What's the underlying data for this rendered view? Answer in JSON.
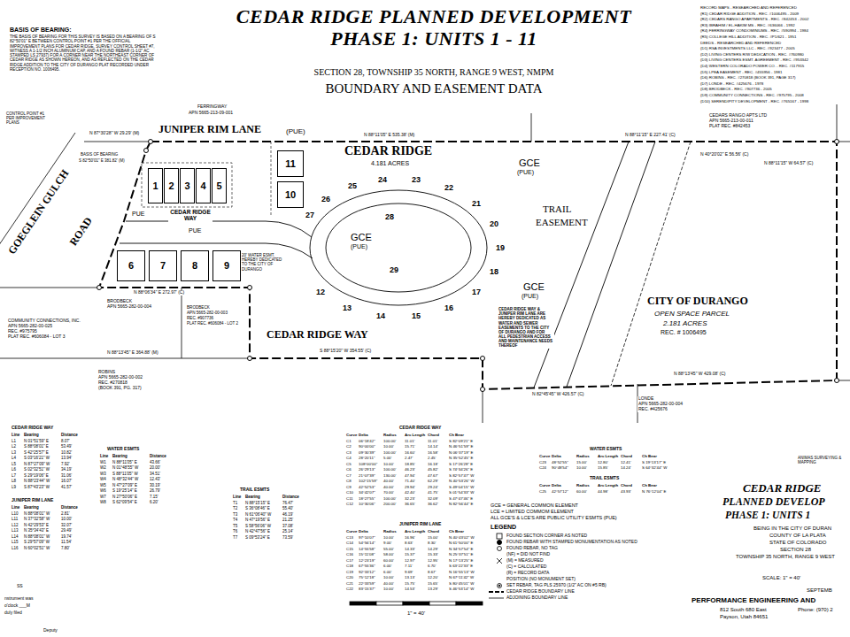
{
  "diagram": {
    "title": "CEDAR RIDGE PLANNED DEVELOPMENT PHASE 1: UNITS 1 - 11",
    "nodes": [
      {
        "text": [
          "1"
        ]
      },
      {
        "text": [
          "2"
        ]
      },
      {
        "text": [
          "3"
        ]
      },
      {
        "text": [
          "4"
        ]
      },
      {
        "text": [
          "5"
        ]
      },
      {
        "text": [
          "6"
        ]
      },
      {
        "text": [
          "7"
        ]
      },
      {
        "text": [
          "8"
        ]
      },
      {
        "text": [
          "9"
        ]
      },
      {
        "text": [
          "10"
        ]
      },
      {
        "text": [
          "11"
        ]
      }
    ],
    "labels": [
      "SECTION 28, TOWNSHIP 35 NORTH, RANGE 9 WEST, NMPM",
      "BOUNDARY AND EASEMENT DATA",
      "BASIS OF BEARING:",
      "THE BASIS OF BEARING FOR THIS SURVEY IS BASED ON A BEARING OF S 82°50'01\" E BETWEEN CONTROL POINT #1 PER THE OFFICIAL IMPROVEMENT PLANS FOR CEDAR RIDGE, SURVEY CONTROL SHEET #7, WITNESS A 1-1/2 INCH ALUMINUM CAP, AND A FOUND REBAR (1-1/2\" AC STAMPED LS 27937) FOR A CORNER NEAR THE NORTHEAST CORNER OF CEDAR RIDGE AS SHOWN HEREON, AND AS REFLECTED ON THE CEDAR RIDGE ADDITION TO THE CITY OF DURANGO PLAT RECORDED UNDER RECEPTION NO. 1006495.",
      "RECORD MAPS - RESEARCHED AND REFERENCED",
      "(R1) CEDAR RIDGE ADDITION - REC. #1006495 - 2009",
      "(R2) CEDARS RANGO APARTMENTS - REC. #842453 - 2002",
      "(R3) IBRAHIM / EL-HAKIM MS - REC. #636066 - 1992",
      "(R4) FERRINGWAY CONDOMINIUMS - REC. #590994 - 1984",
      "(R5) COLLEGE HILL ADDITION - REC. #P1/621 - 1951",
      "DEEDS - RESEARCHED AND REFERENCED",
      "(D1) RSA INVESTMENTS LLC - REC. #923477 - 2005",
      "(D2) LIVING CENTERS R/W DEDICATION - REC. #760980",
      "(D3) LIVING CENTERS ESMT. AGREEMENT - REC. #953342",
      "(D4) WESTERN COLORADO POWER CO. - REC. #117915",
      "(D5) LPEA EASEMENT - REC. #455956 - 1981",
      "(D6) ROBINS - REC. #270818 (BOOK 391, PAGE 317)",
      "(D7) LONDE - REC. #425676 - 1978",
      "(D8) BRODBECK - REC. #907736 - 2005",
      "(D9) COMMUNITY CONNECTIONS - REC. #975795 - 2008",
      "(D10) SERENDIPITY DEVELOPMENT - REC. #765167 - 1998",
      "CONTROL POINT #1 PER IMPROVEMENT PLANS",
      "FERRINGWAY",
      "APN 5665-213-09-001",
      "JUNIPER RIM LANE",
      "(PUE)",
      "N 87°30'28\" W 29.29' (M)",
      "N 88°11'05\" E 535.38' (M)",
      "N 88°11'15\" E 227.41' (C)",
      "CEDARS RANGO APTS LTD",
      "APN 5665-213-00-011",
      "PLAT REC. #842453",
      "N 40°20'02\" E 56.56' (C)",
      "N 88°11'15\" W 64.57' (C)",
      "CEDAR RIDGE",
      "4.181 ACRES",
      "BASIS OF BEARING",
      "S 82°50'01\" E 381.82' (M)",
      "GOEGLEIN GULCH",
      "ROAD",
      "CEDAR RIDGE WAY",
      "PUE",
      "PUE",
      "20' WATER ESMT. HEREBY DEDICATED TO THE CITY OF DURANGO",
      "GCE",
      "(PUE)",
      "GCE",
      "(PUE)",
      "GCE",
      "(PUE)",
      "TRAIL",
      "EASEMENT",
      "CEDAR RIDGE WAY & JUNIPER RIM LANE ARE HEREBY DEDICATED AS WATER AND SEWER EASEMENTS TO THE CITY OF DURANGO AND FOR ALL PEDESTRIAN ACCESS AND MAINTENANCE NEEDS THEREOF",
      "CITY OF DURANGO",
      "OPEN SPACE PARCEL",
      "2.181 ACRES",
      "REC. # 1006495",
      "CEDAR RIDGE WAY",
      "N 88°06'34\" E 272.97' (C)",
      "S 88°15'20\" W 354.55' (C)",
      "BRODBECK",
      "APN 5665-282-00-004",
      "BRODBECK",
      "APN 5665-282-00-003",
      "REC. #907736",
      "PLAT REC. #606084 - LOT 2",
      "COMMUNITY CONNECTIONS, INC.",
      "APN 5665-282-00-025",
      "REC. #975795",
      "PLAT REC. #606084 - LOT 3",
      "N 88°13'45\" E 364.88' (M)",
      "ROBINS",
      "APN 5665-282-00-002",
      "REC. #270818",
      "(BOOK 391, PG. 317)",
      "N 82°45'45\" W 426.57' (C)",
      "N 88°13'45\" W 429.08' (C)",
      "LONDE",
      "APN 5665-282-00-004",
      "REC. #425676",
      "12",
      "13",
      "14",
      "15",
      "16",
      "17",
      "18",
      "19",
      "20",
      "21",
      "22",
      "23",
      "24",
      "25",
      "26",
      "27",
      "28",
      "29",
      "CEDAR RIDGE WAY",
      "Line",
      "Bearing",
      "Distance",
      "L1",
      "N 01°51'59\" E",
      "8.07'",
      "L2",
      "S 88°08'01\" E",
      "53.49'",
      "L3",
      "S 42°25'57\" E",
      "10.82'",
      "L4",
      "S 03°16'21\" W",
      "13.94'",
      "L5",
      "N 87°27'09\" W",
      "7.92'",
      "L6",
      "S 02°32'51\" W",
      "34.19'",
      "L7",
      "S 29°19'06\" E",
      "31.06'",
      "L8",
      "N 88°23'44\" W",
      "16.07'",
      "L9",
      "S 87°43'23\" W",
      "41.57'",
      "JUNIPER RIM LANE",
      "Line",
      "Bearing",
      "Distance",
      "L10",
      "N 88°08'01\" W",
      "2.81'",
      "L11",
      "N 37°32'58\" W",
      "10.00'",
      "L12",
      "N 42°29'53\" E",
      "32.07'",
      "L13",
      "N 35°34'43\" E",
      "29.49'",
      "L14",
      "N 88°08'01\" W",
      "19.74'",
      "L15",
      "S 29°57'09\" W",
      "11.54'",
      "L16",
      "N 60°02'51\" W",
      "7.80'",
      "WATER ESMTS",
      "Line",
      "Bearing",
      "Distance",
      "W1",
      "N 88°11'05\" E",
      "43.66'",
      "W2",
      "N 01°48'55\" W",
      "20.00'",
      "W3",
      "S 88°11'05\" W",
      "34.51'",
      "W4",
      "N 48°32'44\" W",
      "12.43'",
      "W5",
      "N 47°27'09\" E",
      "30.19'",
      "W6",
      "S 19°25'14\" E",
      "26.79'",
      "W7",
      "N 27°50'06\" E",
      "7.15'",
      "W8",
      "S 62°09'54\" E",
      "6.20'",
      "TRAIL ESMTS",
      "Line",
      "Bearing",
      "Distance",
      "T1",
      "N 88°15'15\" E",
      "76.47'",
      "T2",
      "S 36°08'46\" E",
      "55.40'",
      "T3",
      "N 61°06'40\" W",
      "46.19'",
      "T4",
      "N 47°19'56\" E",
      "21.25'",
      "T5",
      "S 58°56'06\" W",
      "37.08'",
      "T6",
      "N 42°47'56\" E",
      "25.14'",
      "T7",
      "S 09°53'24\" E",
      "73.59'",
      "CEDAR RIDGE WAY",
      "Curve",
      "Delta",
      "Radius",
      "Arc Length",
      "Chord",
      "Ch Bear",
      "C1",
      "06°18'42\"",
      "100.00'",
      "11.01'",
      "11.01'",
      "S 82°09'21\" E",
      "C2",
      "90°00'00\"",
      "10.00'",
      "15.71'",
      "14.14'",
      "N 46°51'59\" E",
      "C3",
      "09°30'39\"",
      "100.00'",
      "16.60'",
      "16.58'",
      "N 06°37'19\" E",
      "C4",
      "28°20'11\"",
      "5.00'",
      "2.47'",
      "2.45'",
      "N 35°52'45\" E",
      "C5",
      "108°00'00\"",
      "10.00'",
      "18.85'",
      "16.18'",
      "S 17°26'28\" E",
      "C6",
      "26°29'13\"",
      "100.00'",
      "46.23'",
      "45.82'",
      "S 74°34'26\" E",
      "C7",
      "21°07'39\"",
      "130.00'",
      "47.94'",
      "47.67'",
      "S 82°57'47\" W",
      "C8",
      "102°15'59\"",
      "40.00'",
      "71.40'",
      "62.29'",
      "N 40°53'26\" W",
      "C9",
      "42°52'53\"",
      "40.00'",
      "29.94'",
      "29.24'",
      "S 49°04'15\" W",
      "C10",
      "34°42'07\"",
      "70.00'",
      "42.40'",
      "41.75'",
      "S 01°54'33\" W",
      "C11",
      "18°27'55\"",
      "100.00'",
      "32.23'",
      "32.09'",
      "S 47°47'46\" E",
      "C12",
      "10°30'06\"",
      "200.00'",
      "36.65'",
      "36.62'",
      "N 82°56'44\" E",
      "JUNIPER RIM LANE",
      "Curve",
      "Delta",
      "Radius",
      "Arc Length",
      "Chord",
      "Ch Bear",
      "C13",
      "97°10'07\"",
      "10.00'",
      "16.96'",
      "15.00'",
      "N 40°43'02\" W",
      "C14",
      "54°56'14\"",
      "9.00'",
      "8.63'",
      "8.30'",
      "N 61°50'00\" E",
      "C15",
      "14°55'58\"",
      "55.00'",
      "14.33'",
      "14.29'",
      "N 34°57'54\" E",
      "C16",
      "15°11'08\"",
      "58.00'",
      "15.37'",
      "15.33'",
      "N 25°37'51\" E",
      "C17",
      "12°23'19\"",
      "60.00'",
      "12.97'",
      "12.95'",
      "N 17°13'25\" E",
      "C18",
      "67°55'36\"",
      "6.00'",
      "7.11'",
      "6.70'",
      "S 63°22'33\" E",
      "C19",
      "92°33'12\"",
      "6.00'",
      "9.69'",
      "8.67'",
      "N 16°55'13\" W",
      "C20",
      "75°12'18\"",
      "10.00'",
      "13.13'",
      "12.20'",
      "N 67°11'42\" W",
      "C21",
      "22°33'59\"",
      "40.00'",
      "15.75'",
      "15.65'",
      "S 80°45'01\" W",
      "C22",
      "83°15'37\"",
      "10.00'",
      "14.53'",
      "13.29'",
      "S 46°53'14\" W",
      "WATER ESMTS",
      "Curve",
      "Delta",
      "Radius",
      "Arc Length",
      "Chord",
      "Ch Bear",
      "C23",
      "48°52'55\"",
      "15.00'",
      "12.80'",
      "12.41'",
      "S 19°13'17\" E",
      "C24",
      "90°48'54\"",
      "10.00'",
      "15.85'",
      "14.24'",
      "S 64°32'44\" W",
      "TRAIL ESMTS",
      "Curve",
      "Delta",
      "Radius",
      "Arc Length",
      "Chord",
      "Ch Bear",
      "C25",
      "42°57'12\"",
      "60.00'",
      "44.98'",
      "43.93'",
      "N 76°12'04\" E",
      "GCE = GENERAL COMMON ELEMENT",
      "LCE = LIMITED COMMOM ELEMENT",
      "ALL GCE'S & LCE'S ARE PUBLIC UTILITY ESMTS (PUE)",
      "LEGEND",
      "CEDAR RIDGE",
      "PLANNED DEVELOP",
      "PHASE 1: UNITS 1",
      "BEING IN THE CITY OF DURAN",
      "COUNTY OF LA PLATA",
      "STATE OF COLORADO",
      "SECTION 28",
      "TOWNSHIP 35 NORTH, RANGE 9 WEST",
      "SEPTEMB",
      "SCALE: 1\" = 40'",
      "PERFORMANCE ENGINEERING AND",
      "812 South 680 East",
      "Payson, Utah 84651",
      "Phone: (970) 2",
      "ANIMAS SURVEYING & MAPPING",
      "1\" = 40'",
      "SS",
      "nstrument was",
      "o'clock ___M",
      "duly filed",
      "Deputy"
    ],
    "legend": [
      {
        "text": "FOUND SECTION CORNER AS NOTED"
      },
      {
        "text": "FOUND REBAR WITH STAMPED MONUMENTATION AS NOTED"
      },
      {
        "text": "FOUND REBAR, NO TAG"
      },
      {
        "text": "(NF) = DID NOT FIND"
      },
      {
        "text": "(M) = MEASURED"
      },
      {
        "text": "(C) = CALCULATED"
      },
      {
        "text": "(R) = RECORD DATA"
      },
      {
        "text": "POSITION (NO MONUMENT SET)"
      },
      {
        "text": "SET REBAR, TAG PLS 25970 (1/2\" AC ON #5 RB)"
      },
      {
        "text": "CEDAR RIDGE BOUNDARY LINE"
      },
      {
        "text": "ADJOINING BOUNDARY LINE"
      }
    ]
  }
}
